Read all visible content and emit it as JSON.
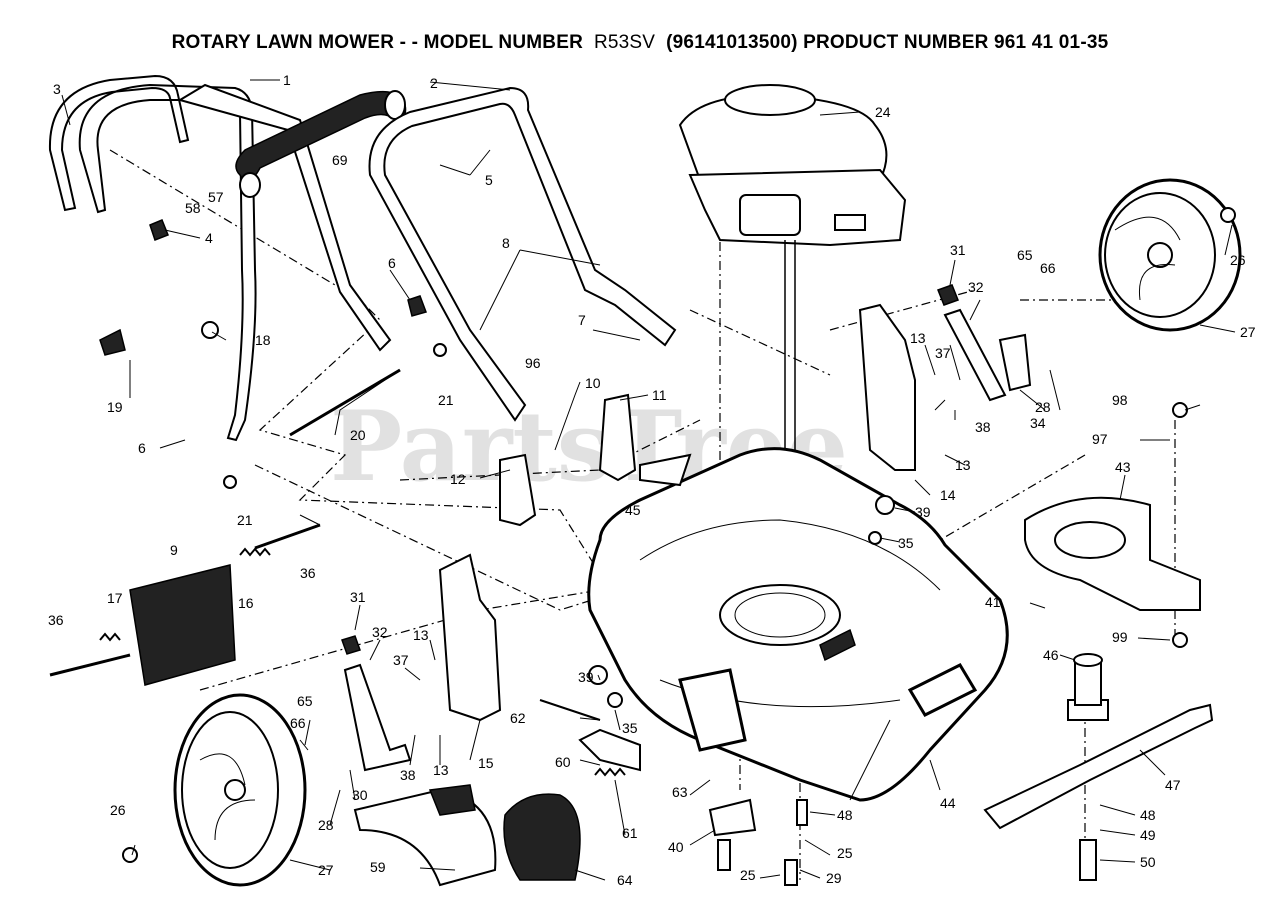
{
  "header": {
    "title_left": "ROTARY LAWN MOWER - - MODEL NUMBER",
    "title_model": "R53SV",
    "title_right": "(96141013500) PRODUCT NUMBER 961 41 01-35"
  },
  "watermark": "PartsTree",
  "callouts": {
    "c1": "1",
    "c2": "2",
    "c3": "3",
    "c4": "4",
    "c5": "5",
    "c6a": "6",
    "c6b": "6",
    "c7": "7",
    "c8": "8",
    "c9": "9",
    "c10": "10",
    "c11": "11",
    "c12": "12",
    "c13a": "13",
    "c13b": "13",
    "c13c": "13",
    "c13d": "13",
    "c14": "14",
    "c15": "15",
    "c16": "16",
    "c17": "17",
    "c18": "18",
    "c19": "19",
    "c20": "20",
    "c21a": "21",
    "c21b": "21",
    "c24": "24",
    "c25a": "25",
    "c25b": "25",
    "c26a": "26",
    "c26b": "26",
    "c27a": "27",
    "c27b": "27",
    "c28a": "28",
    "c28b": "28",
    "c29": "29",
    "c30": "30",
    "c31a": "31",
    "c31b": "31",
    "c32a": "32",
    "c32b": "32",
    "c34": "34",
    "c35a": "35",
    "c35b": "35",
    "c36a": "36",
    "c36b": "36",
    "c37a": "37",
    "c37b": "37",
    "c38a": "38",
    "c38b": "38",
    "c39a": "39",
    "c39b": "39",
    "c40": "40",
    "c41": "41",
    "c43": "43",
    "c44": "44",
    "c45": "45",
    "c46": "46",
    "c47": "47",
    "c48a": "48",
    "c48b": "48",
    "c49": "49",
    "c50": "50",
    "c57": "57",
    "c58": "58",
    "c59": "59",
    "c60": "60",
    "c61": "61",
    "c62": "62",
    "c63": "63",
    "c64": "64",
    "c65a": "65",
    "c65b": "65",
    "c66a": "66",
    "c66b": "66",
    "c69": "69",
    "c96": "96",
    "c97": "97",
    "c98": "98",
    "c99": "99"
  }
}
